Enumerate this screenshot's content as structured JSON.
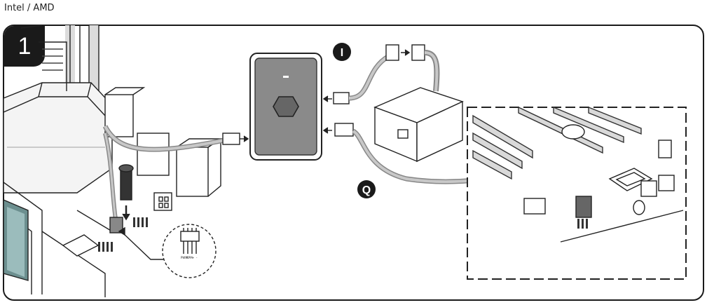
{
  "header": {
    "title": "Intel / AMD"
  },
  "step": {
    "number": "1"
  },
  "callouts": [
    {
      "id": "I",
      "label": "I"
    },
    {
      "id": "Q",
      "label": "Q"
    }
  ],
  "pins": {
    "labels": [
      "PWM",
      "RPM",
      "+",
      "-"
    ]
  }
}
